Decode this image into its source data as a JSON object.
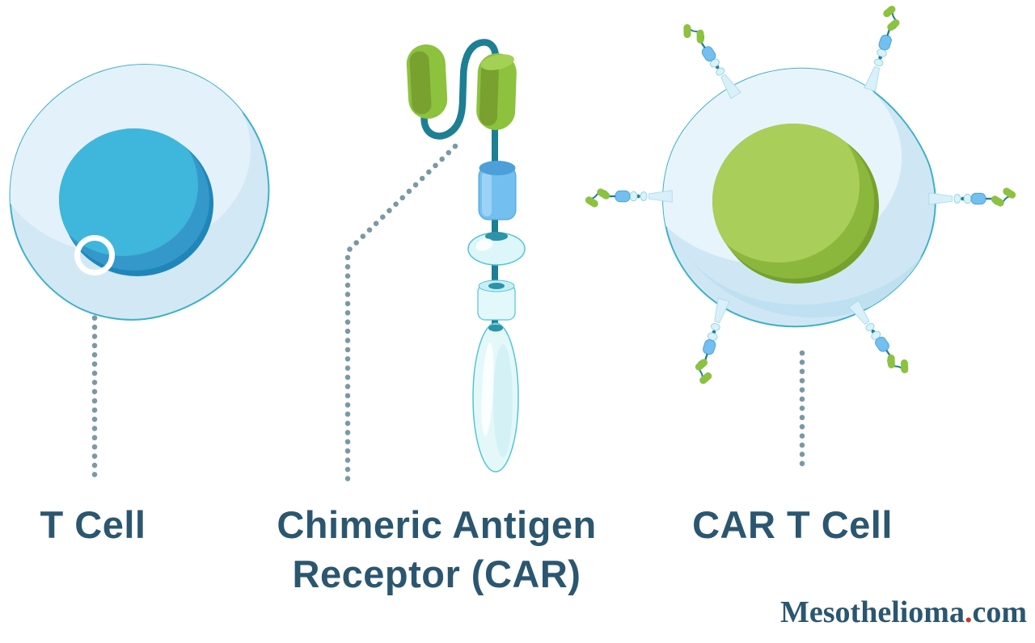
{
  "diagram": {
    "topic": "CAR T Cell therapy components",
    "illustrations": [
      "t-cell",
      "chimeric-antigen-receptor",
      "car-t-cell"
    ]
  },
  "labels": {
    "t_cell": "T Cell",
    "car_line1": "Chimeric Antigen",
    "car_line2": "Receptor (CAR)",
    "car_t_cell": "CAR T Cell"
  },
  "branding": {
    "site_name": "Mesothelioma",
    "dot": ".",
    "tld": "com"
  },
  "colors": {
    "label_text": "#2b5670",
    "brand_text": "#2b5670",
    "brand_dot": "#c0392b",
    "cell_body_blue": "#d6ebf7",
    "cell_outline_teal": "#3fb0c6",
    "t_cell_nucleus_light": "#3fb6dc",
    "t_cell_nucleus_dark": "#3598ca",
    "t_cell_nucleus_rim": "#1f86ba",
    "car_t_nucleus_light": "#a9ce59",
    "car_t_nucleus_dark": "#8bb83c",
    "car_t_nucleus_rim": "#76a12c",
    "receptor_green": "#8cc23e",
    "receptor_green_dark": "#78a130",
    "receptor_blue": "#72bff0",
    "receptor_blue_dark": "#4d9fd9",
    "receptor_teal": "#1d7f93",
    "receptor_cyan_fill": "#e2f8fa",
    "receptor_cyan_stroke": "#54c3d9",
    "dotted_line": "#7b98a6",
    "magnifier_ring": "#ffffff"
  }
}
